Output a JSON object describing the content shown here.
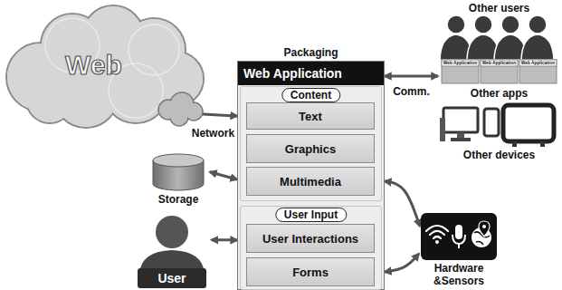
{
  "diagram": {
    "nodes": [
      {
        "text": [
          "Packaging",
          "Web Application"
        ]
      },
      {
        "text": [
          "Content"
        ],
        "in": 0
      },
      {
        "text": [
          "Text"
        ],
        "in": 1
      },
      {
        "text": [
          "Graphics"
        ],
        "in": 1
      },
      {
        "text": [
          "Multimedia"
        ],
        "in": 1
      },
      {
        "text": [
          "User Input"
        ],
        "in": 0
      },
      {
        "text": [
          "User Interactions"
        ],
        "in": 5
      },
      {
        "text": [
          "Forms"
        ],
        "in": 5
      },
      {
        "text": [
          "Web"
        ]
      },
      {
        "text": [
          "Storage"
        ]
      },
      {
        "text": [
          "User"
        ]
      },
      {
        "text": [
          "Other users",
          "Other apps",
          "Other devices"
        ]
      },
      {
        "text": [
          "Hardware &Sensors"
        ]
      }
    ],
    "edges": [
      {
        "from": 8,
        "to": 2,
        "arrow": "both",
        "label": "Network"
      },
      {
        "from": 9,
        "to": 4,
        "arrow": "both"
      },
      {
        "from": 10,
        "to": 6,
        "arrow": "both"
      },
      {
        "from": 0,
        "to": 11,
        "arrow": "both",
        "label": "Comm."
      },
      {
        "from": 4,
        "to": 12,
        "arrow": "both"
      },
      {
        "from": 7,
        "to": 12,
        "arrow": "both"
      }
    ],
    "labels": [
      "Web Application",
      "Web Application",
      "Web Application"
    ]
  }
}
